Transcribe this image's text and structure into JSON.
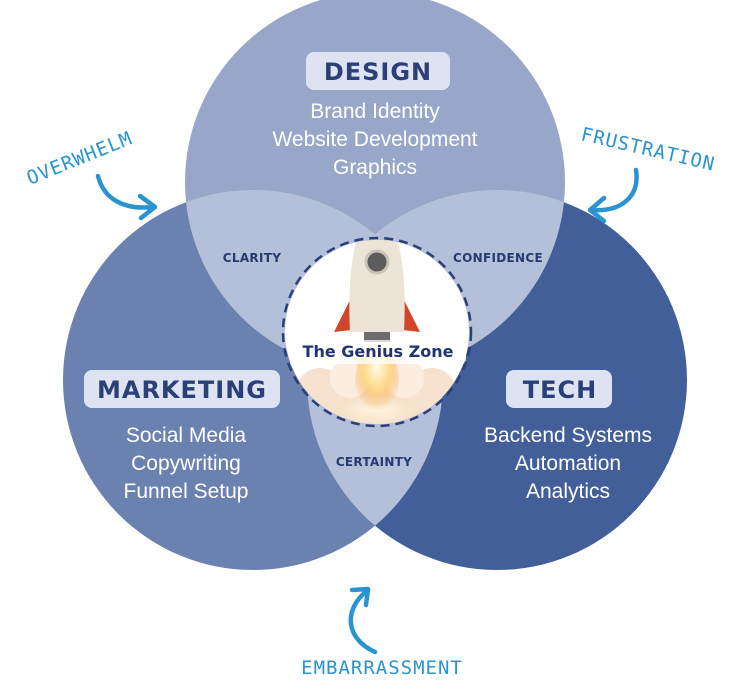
{
  "circles": {
    "design": {
      "title": "DESIGN",
      "items": [
        "Brand Identity",
        "Website Development",
        "Graphics"
      ]
    },
    "marketing": {
      "title": "MARKETING",
      "items": [
        "Social Media",
        "Copywriting",
        "Funnel Setup"
      ]
    },
    "tech": {
      "title": "TECH",
      "items": [
        "Backend Systems",
        "Automation",
        "Analytics"
      ]
    }
  },
  "overlaps": {
    "design_marketing": "CLARITY",
    "design_tech": "CONFIDENCE",
    "marketing_tech": "CERTAINTY"
  },
  "center": {
    "label": "The Genius Zone",
    "image": "rocket-launch"
  },
  "pain_points": {
    "left": "OVERWHELM",
    "right": "FRUSTRATION",
    "bottom": "EMBARRASSMENT"
  },
  "colors": {
    "design": "#98a7c9",
    "marketing": "#6b82b0",
    "tech": "#425f99",
    "overlap": "#b4c0da",
    "title_box": "#dde3f0",
    "title_text": "#2b3f78",
    "handwriting": "#2a93d1"
  }
}
